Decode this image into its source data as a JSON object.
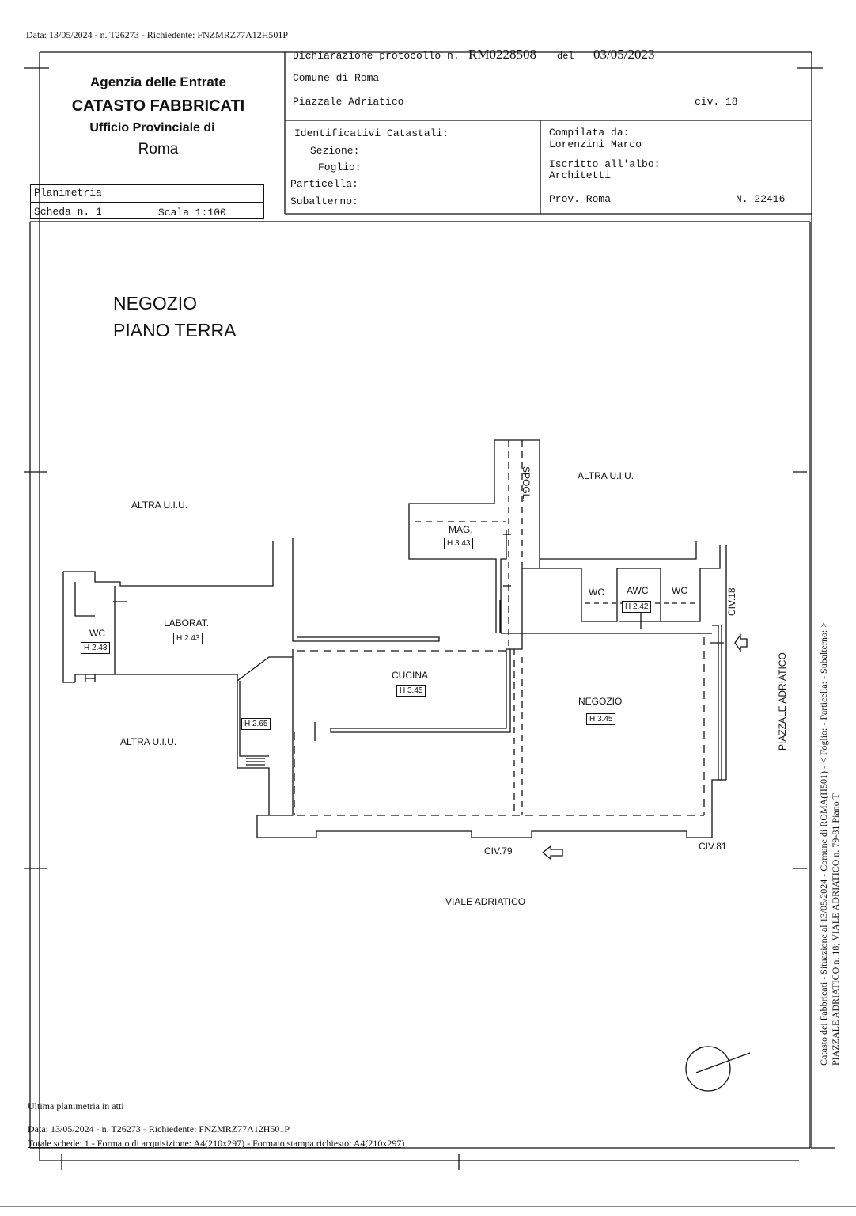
{
  "top_line": "Data: 13/05/2024 - n. T26273 - Richiedente: FNZMRZ77A12H501P",
  "agency": {
    "line1": "Agenzia delle Entrate",
    "line2": "CATASTO FABBRICATI",
    "line3": "Ufficio Provinciale di",
    "line4": "Roma"
  },
  "declaration": {
    "label": "Dichiarazione protocollo n.",
    "number": "RM0228508",
    "del": "del",
    "date": "03/05/2023",
    "comune": "Comune di Roma",
    "address": "Piazzale Adriatico",
    "civ": "civ. 18"
  },
  "identifiers": {
    "title": "Identificativi Catastali:",
    "sezione": "Sezione:",
    "foglio": "Foglio:",
    "particella": "Particella:",
    "subalterno": "Subalterno:"
  },
  "compiler": {
    "label": "Compilata da:",
    "name": "Lorenzini Marco",
    "albo_label": "Iscritto all'albo:",
    "albo": "Architetti",
    "prov": "Prov. Roma",
    "number": "N. 22416"
  },
  "plan_box": {
    "title": "Planimetria",
    "scheda": "Scheda n. 1",
    "scala": "Scala 1:100"
  },
  "plan_title": {
    "line1": "NEGOZIO",
    "line2": "PIANO TERRA"
  },
  "rooms": {
    "altra_top_left": "ALTRA U.I.U.",
    "altra_top_right": "ALTRA U.I.U.",
    "altra_bottom_left": "ALTRA U.I.U.",
    "spogl": "SPOGL.",
    "mag": "MAG.",
    "mag_h": "H 3.43",
    "wc_left": "WC",
    "wc_left_h": "H 2.43",
    "laborat": "LABORAT.",
    "laborat_h": "H 2.43",
    "corridor_h": "H 2.65",
    "cucina": "CUCINA",
    "cucina_h": "H 3.45",
    "wc1": "WC",
    "awc": "AWC",
    "wc2": "WC",
    "wc_h": "H 2.42",
    "negozio": "NEGOZIO",
    "negozio_h": "H 3.45",
    "civ18": "CIV.18",
    "civ79": "CIV.79",
    "civ81": "CIV.81",
    "viale": "VIALE ADRIATICO",
    "piazzale": "PIAZZALE ADRIATICO"
  },
  "side_text": {
    "line1": "Catasto dei Fabbricati - Situazione al 13/05/2024 - Comune di ROMA(H501) - < Foglio:     - Particella:     - Subalterno:     >",
    "line2": "PIAZZALE ADRIATICO n. 18; VIALE ADRIATICO n. 79-81 Piano T"
  },
  "footer": {
    "line1": "Ultima planimetria in atti",
    "line2": "Data: 13/05/2024 - n. T26273 - Richiedente: FNZMRZ77A12H501P",
    "line3": "Totale schede: 1 - Formato di acquisizione: A4(210x297) - Formato stampa richiesto: A4(210x297)"
  }
}
